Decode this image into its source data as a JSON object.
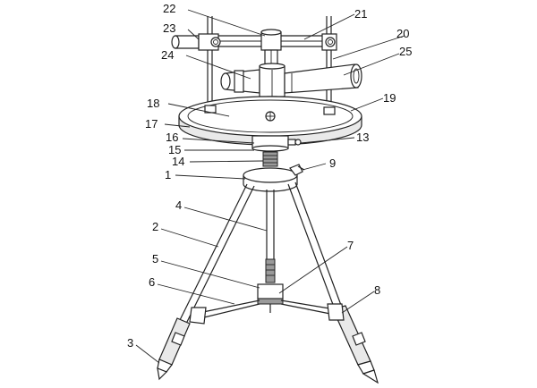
{
  "colors": {
    "stroke": "#222222",
    "shade": "#e9e9e9",
    "dark": "#9a9a9a",
    "background": "#ffffff"
  },
  "labels": {
    "n1": "1",
    "n2": "2",
    "n3": "3",
    "n4": "4",
    "n5": "5",
    "n6": "6",
    "n7": "7",
    "n8": "8",
    "n9": "9",
    "n13": "13",
    "n14": "14",
    "n15": "15",
    "n16": "16",
    "n17": "17",
    "n18": "18",
    "n19": "19",
    "n20": "20",
    "n21": "21",
    "n22": "22",
    "n23": "23",
    "n24": "24",
    "n25": "25"
  }
}
